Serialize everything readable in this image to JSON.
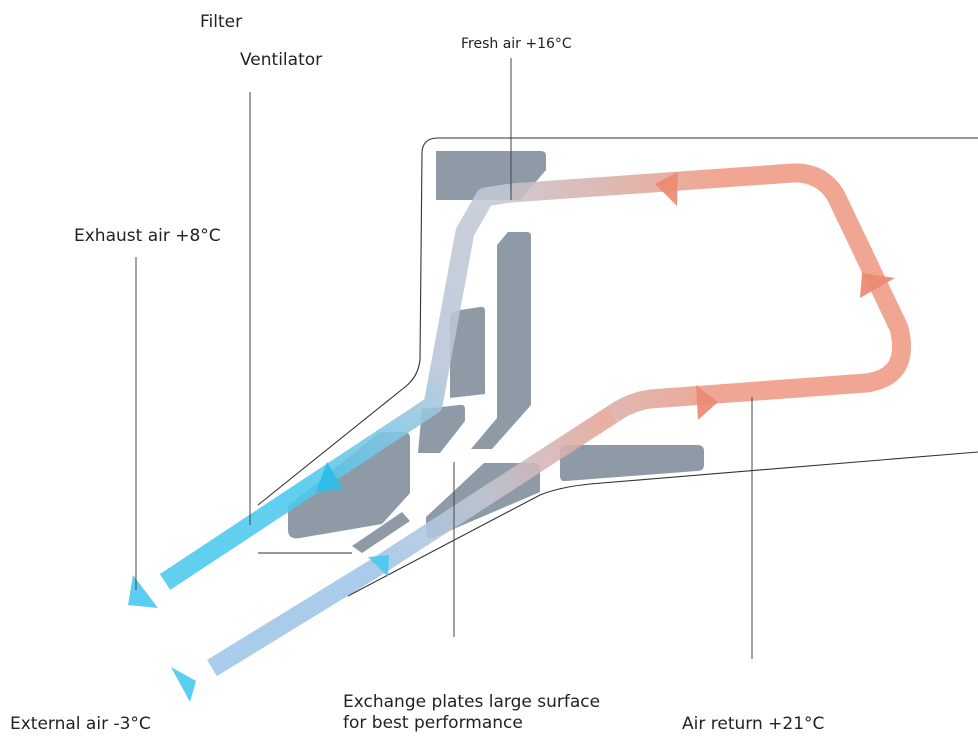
{
  "labels": {
    "filter": "Filter",
    "ventilator": "Ventilator",
    "fresh_air": "Fresh air +16°C",
    "exhaust_air": "Exhaust air +8°C",
    "external_air": "External air -3°C",
    "exchange_plates_line1": "Exchange plates large surface",
    "exchange_plates_line2": "for best performance",
    "air_return": "Air return +21°C"
  },
  "colors": {
    "outline": "#333333",
    "component_gray": "#8e9aa6",
    "cold_blue": "#4cc9ef",
    "warm_red": "#ee9a84",
    "mixed_gray": "#c3c9d6"
  }
}
